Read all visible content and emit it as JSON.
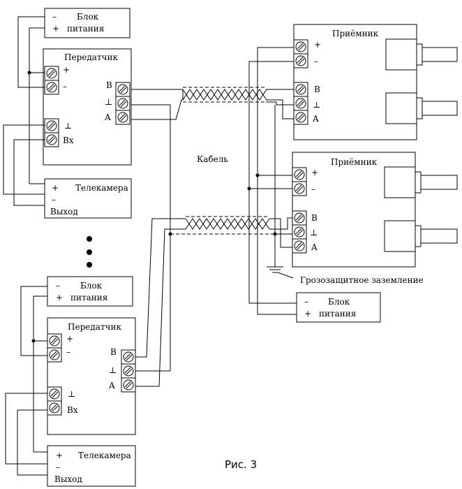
{
  "caption": "Рис. 3",
  "cable_label": "Кабель",
  "ground_label": "Грозозащитное заземление",
  "power_top_left": {
    "minus": "–",
    "plus": "+",
    "line1": "Блок",
    "line2": "питания"
  },
  "power_bottom_left": {
    "minus": "–",
    "plus": "+",
    "line1": "Блок",
    "line2": "питания"
  },
  "power_right": {
    "minus": "–",
    "plus": "+",
    "line1": "Блок",
    "line2": "питания"
  },
  "transmitter_top": {
    "title": "Передатчик",
    "plus": "+",
    "minus": "–",
    "B": "B",
    "ground": "⊥",
    "A": "A",
    "in_ground": "⊥",
    "in": "Вх"
  },
  "transmitter_bottom": {
    "title": "Передатчик",
    "plus": "+",
    "minus": "–",
    "B": "B",
    "ground": "⊥",
    "A": "A",
    "in_ground": "⊥",
    "in": "Вх"
  },
  "camera_top": {
    "plus": "+",
    "title": "Телекамера",
    "minus": "–",
    "out": "Выход"
  },
  "camera_bottom": {
    "plus": "+",
    "title": "Телекамера",
    "minus": "–",
    "out": "Выход"
  },
  "receiver_top": {
    "title": "Приёмник",
    "plus": "+",
    "minus": "–",
    "B": "B",
    "ground": "⊥",
    "A": "A"
  },
  "receiver_bottom": {
    "title": "Приёмник",
    "plus": "+",
    "minus": "–",
    "B": "B",
    "ground": "⊥",
    "A": "A"
  }
}
